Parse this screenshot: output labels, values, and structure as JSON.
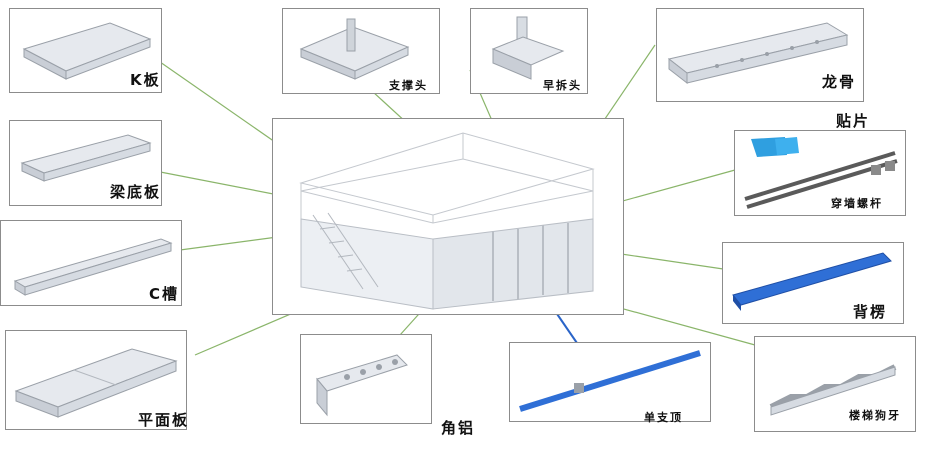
{
  "labels": {
    "k_board": "K板",
    "support_head": "支撑头",
    "early_release_head": "早拆头",
    "keel": "龙骨",
    "patch": "贴片",
    "wall_bolt": "穿墙螺杆",
    "beam_bottom": "梁底板",
    "c_channel": "C槽",
    "back_ridge": "背楞",
    "flat_board": "平面板",
    "corner_aluminum": "角铝",
    "single_prop": "单支顶",
    "stair_tooth": "楼梯狗牙"
  },
  "colors": {
    "leader_line": "#8ab56a",
    "prop_line": "#2a64c8",
    "frame": "#8c8c8c",
    "aluminum": "#e6e9ee",
    "blue_part": "#2f6fd6",
    "bolt": "#5a5a5a"
  }
}
